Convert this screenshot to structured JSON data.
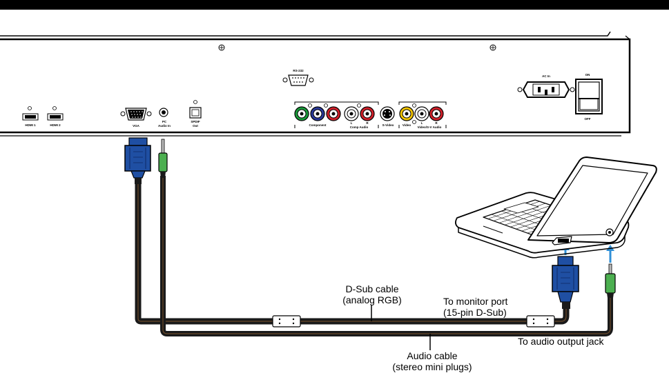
{
  "ports": {
    "hdmi1": "HDMI 1",
    "hdmi2": "HDMI 2",
    "vga": "VGA",
    "pc_audio_line1": "PC",
    "pc_audio_line2": "Audio In",
    "spdif_line1": "SPDIF",
    "spdif_line2": "Out",
    "rs232": "RS-232",
    "component": "Component",
    "comp_audio": "Comp Audio",
    "svideo": "S-Video",
    "video": "Video",
    "video_sv_audio": "Video/S-V Audio",
    "audio_l": "L",
    "audio_r": "R",
    "ac_in": "AC In",
    "power_on": "ON",
    "power_off": "OFF"
  },
  "labels": {
    "dsub_cable_line1": "D-Sub cable",
    "dsub_cable_line2": "(analog RGB)",
    "monitor_port_line1": "To monitor port",
    "monitor_port_line2": "(15-pin D-Sub)",
    "audio_output": "To audio output jack",
    "audio_cable_line1": "Audio cable",
    "audio_cable_line2": "(stereo mini plugs)"
  },
  "colors": {
    "top_bar": "#000000",
    "cable": "#1a1a1a",
    "cable_inner": "#6b4a2a",
    "vga_plug": "#1f4fa3",
    "audio_plug": "#4caf50",
    "arrow": "#2f8fd6",
    "rca_green": "#1a9a3a",
    "rca_blue": "#2a3a9a",
    "rca_red": "#d0202a",
    "rca_yellow": "#f2c400",
    "rca_white": "#ffffff"
  },
  "icons": [
    "vga-port-icon",
    "hdmi-port-icon",
    "audio-jack-icon",
    "power-socket-icon",
    "power-switch-icon",
    "laptop-icon"
  ]
}
